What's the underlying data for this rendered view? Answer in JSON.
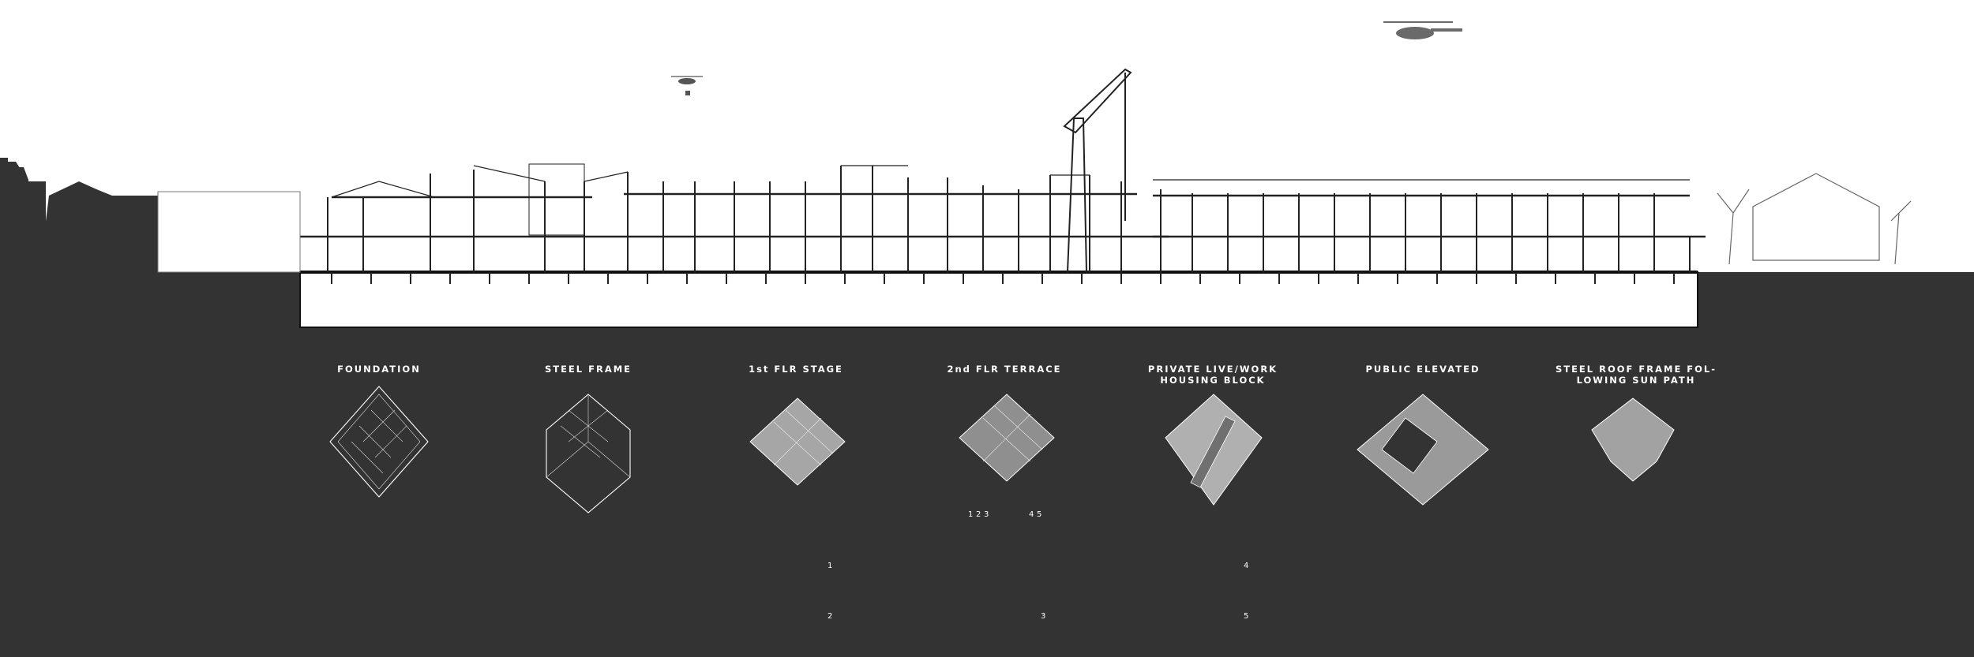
{
  "diagrams": [
    {
      "label": "FOUNDATION",
      "style": "grid"
    },
    {
      "label": "STEEL FRAME",
      "style": "frame"
    },
    {
      "label": "1st FLR STAGE",
      "style": "slab"
    },
    {
      "label": "2nd FLR TERRACE",
      "style": "terrace"
    },
    {
      "label": "PRIVATE LIVE/WORK\nHOUSING BLOCK",
      "style": "blocks"
    },
    {
      "label": "PUBLIC ELEVATED",
      "style": "public"
    },
    {
      "label": "STEEL ROOF FRAME FOL-\nLOWING SUN PATH",
      "style": "roof"
    }
  ],
  "section_numbers": [
    "1",
    "2",
    "3",
    "4",
    "5"
  ],
  "terrace_numbers": [
    "1",
    "2",
    "3",
    "4",
    "5"
  ],
  "colors": {
    "ground": "#333333",
    "sky": "#ffffff",
    "line_white": "#ffffff",
    "mass_grey": "#a6a6a6",
    "accent_red": "#d23a30",
    "accent_orange": "#e37a2b"
  }
}
